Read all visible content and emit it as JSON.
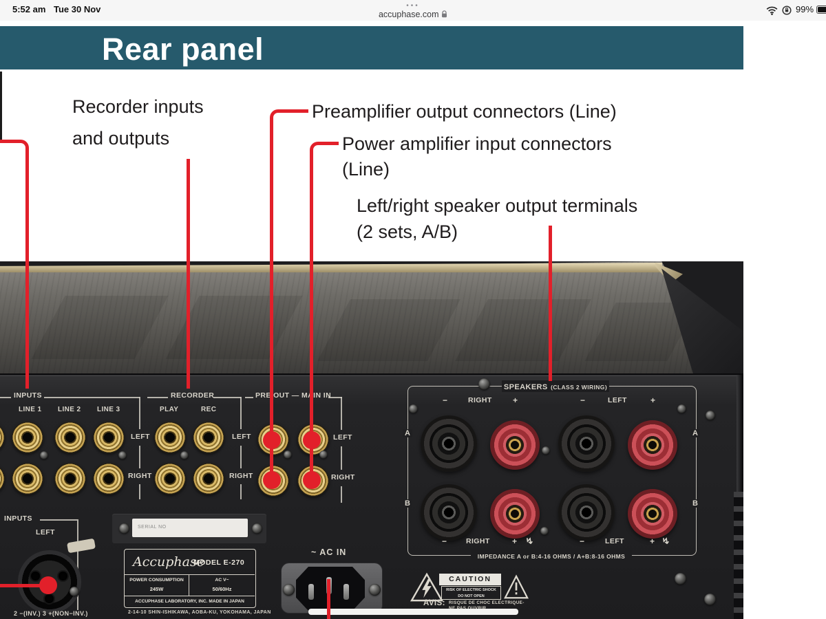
{
  "status_bar": {
    "time": "5:52 am",
    "date": "Tue 30 Nov",
    "tab_dots": "•••",
    "url": "accuphase.com",
    "battery_percent": "99%"
  },
  "header": {
    "title": "Rear panel"
  },
  "callouts": {
    "recorder_line1": "Recorder inputs",
    "recorder_line2": "and outputs",
    "preamp": "Preamplifier output connectors (Line)",
    "poweramp_line1": "Power amplifier input connectors",
    "poweramp_line2": "(Line)",
    "speaker_line1": "Left/right speaker output terminals",
    "speaker_line2": "(2 sets, A/B)"
  },
  "panel": {
    "line_inputs": {
      "header": "INPUTS",
      "cols": [
        "LINE 1",
        "LINE 2",
        "LINE 3"
      ],
      "row_left": "LEFT",
      "row_right": "RIGHT"
    },
    "recorder": {
      "header": "RECORDER",
      "cols": [
        "PLAY",
        "REC"
      ],
      "row_left": "LEFT",
      "row_right": "RIGHT"
    },
    "preout": {
      "header": "PRE OUT — MAIN IN",
      "row_left": "LEFT",
      "row_right": "RIGHT"
    },
    "speakers": {
      "header_main": "SPEAKERS",
      "header_sub": "(CLASS 2 WIRING)",
      "minus": "−",
      "plus": "+",
      "right": "RIGHT",
      "left": "LEFT",
      "set_a": "A",
      "set_b": "B",
      "bolt": "↯",
      "impedance": "IMPEDANCE  A or B:4-16 OHMS / A+B:8-16 OHMS"
    },
    "balanced": {
      "header": "INPUTS",
      "left": "LEFT",
      "pins": "2 −(INV.)  3 +(NON−INV.)"
    },
    "serial_label": "SERIAL NO",
    "plate": {
      "logo": "Accuphase",
      "model": "MODEL E-270",
      "power_label": "POWER CONSUMPTION",
      "power_value": "245W",
      "ac_label": "AC    V~",
      "ac_value": "50/60Hz",
      "company": "ACCUPHASE LABORATORY, INC.    MADE IN JAPAN",
      "address": "2-14-10 SHIN-ISHIKAWA, AOBA-KU, YOKOHAMA, JAPAN"
    },
    "ac_in": "~ AC IN",
    "caution": {
      "title": "CAUTION",
      "risk_line1": "RISK OF ELECTRIC SHOCK",
      "risk_line2": "DO NOT OPEN",
      "avis": "AVIS:",
      "avis_line1": "RISQUE DE CHOC ELECTRIQUE-",
      "avis_line2": "NE PAS OUVRIR."
    }
  },
  "colors": {
    "header_teal": "#265a6c",
    "callout_red": "#e2202a"
  }
}
